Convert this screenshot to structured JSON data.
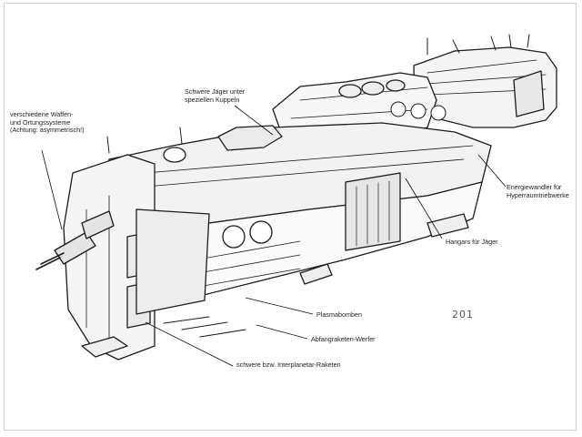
{
  "labels": {
    "weapons": "verschiedene Waffen-\nund Ortungssysteme\n(Achtung: asymmetrisch!)",
    "fighters_domes": "Schwere Jäger unter\nspeziellen Kuppeln",
    "energy": "Energiewandler für\nHyperraumtriebwerke",
    "hangars": "Hangars für Jäger",
    "plasma": "Plasmabomben",
    "interceptor": "Abfangraketen-Werfer",
    "heavy_missiles": "schwere bzw. Interplanetar-Raketen"
  },
  "page_number": "201"
}
